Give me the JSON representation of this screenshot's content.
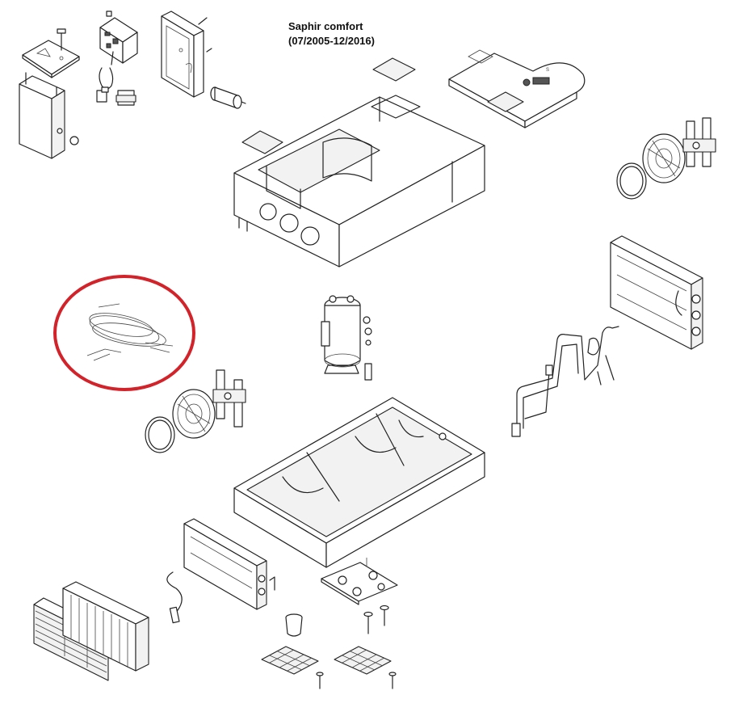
{
  "title": {
    "line1": "Saphir comfort",
    "line2": "(07/2005-12/2016)"
  },
  "highlight": {
    "part": "wire-harness",
    "color": "#d3232a"
  },
  "colors": {
    "line": "#222222",
    "background": "#ffffff"
  }
}
